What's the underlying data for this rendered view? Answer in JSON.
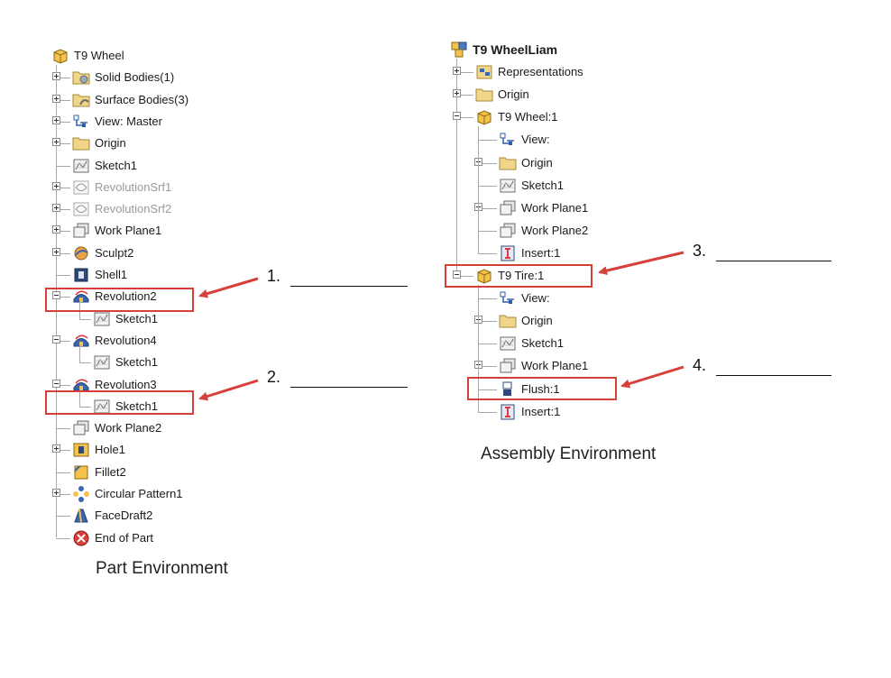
{
  "part_tree": {
    "root": "T9 Wheel",
    "items": [
      {
        "label": "Solid Bodies(1)",
        "icon": "solid-bodies-folder-icon",
        "expand": "plus"
      },
      {
        "label": "Surface Bodies(3)",
        "icon": "surface-bodies-folder-icon",
        "expand": "plus"
      },
      {
        "label": "View: Master",
        "icon": "view-icon",
        "expand": "plus"
      },
      {
        "label": "Origin",
        "icon": "folder-icon",
        "expand": "plus"
      },
      {
        "label": "Sketch1",
        "icon": "sketch-icon",
        "expand": "none"
      },
      {
        "label": "RevolutionSrf1",
        "icon": "revolution-surface-icon",
        "expand": "plus",
        "disabled": true
      },
      {
        "label": "RevolutionSrf2",
        "icon": "revolution-surface-icon",
        "expand": "plus",
        "disabled": true
      },
      {
        "label": "Work Plane1",
        "icon": "work-plane-icon",
        "expand": "plus"
      },
      {
        "label": "Sculpt2",
        "icon": "sculpt-icon",
        "expand": "plus"
      },
      {
        "label": "Shell1",
        "icon": "shell-icon",
        "expand": "none"
      },
      {
        "label": "Revolution2",
        "icon": "revolution-icon",
        "expand": "minus"
      },
      {
        "label": "Sketch1",
        "icon": "sketch-icon",
        "expand": "none",
        "child": true
      },
      {
        "label": "Revolution4",
        "icon": "revolution-icon",
        "expand": "minus"
      },
      {
        "label": "Sketch1",
        "icon": "sketch-icon",
        "expand": "none",
        "child": true
      },
      {
        "label": "Revolution3",
        "icon": "revolution-icon",
        "expand": "minus"
      },
      {
        "label": "Sketch1",
        "icon": "sketch-icon",
        "expand": "none",
        "child": true
      },
      {
        "label": "Work Plane2",
        "icon": "work-plane-icon",
        "expand": "none"
      },
      {
        "label": "Hole1",
        "icon": "hole-icon",
        "expand": "plus"
      },
      {
        "label": "Fillet2",
        "icon": "fillet-icon",
        "expand": "none"
      },
      {
        "label": "Circular Pattern1",
        "icon": "circular-pattern-icon",
        "expand": "plus"
      },
      {
        "label": "FaceDraft2",
        "icon": "face-draft-icon",
        "expand": "none"
      },
      {
        "label": "End of Part",
        "icon": "end-of-part-icon",
        "expand": "none"
      }
    ]
  },
  "assembly_tree": {
    "root": "T9 WheelLiam",
    "items": [
      {
        "label": "Representations",
        "icon": "representations-icon",
        "expand": "plus",
        "level": 1
      },
      {
        "label": "Origin",
        "icon": "folder-icon",
        "expand": "plus",
        "level": 1
      },
      {
        "label": "T9 Wheel:1",
        "icon": "part-icon",
        "expand": "minus",
        "level": 1
      },
      {
        "label": "View:",
        "icon": "view-icon",
        "expand": "none",
        "level": 2
      },
      {
        "label": "Origin",
        "icon": "folder-icon",
        "expand": "plus",
        "level": 2
      },
      {
        "label": "Sketch1",
        "icon": "sketch-icon",
        "expand": "none",
        "level": 2
      },
      {
        "label": "Work Plane1",
        "icon": "work-plane-icon",
        "expand": "plus",
        "level": 2
      },
      {
        "label": "Work Plane2",
        "icon": "work-plane-icon",
        "expand": "none",
        "level": 2
      },
      {
        "label": "Insert:1",
        "icon": "insert-constraint-icon",
        "expand": "none",
        "level": 2
      },
      {
        "label": "T9 Tire:1",
        "icon": "part-icon",
        "expand": "minus",
        "level": 1
      },
      {
        "label": "View:",
        "icon": "view-icon",
        "expand": "none",
        "level": 2
      },
      {
        "label": "Origin",
        "icon": "folder-icon",
        "expand": "plus",
        "level": 2
      },
      {
        "label": "Sketch1",
        "icon": "sketch-icon",
        "expand": "none",
        "level": 2
      },
      {
        "label": "Work Plane1",
        "icon": "work-plane-icon",
        "expand": "plus",
        "level": 2
      },
      {
        "label": "Flush:1",
        "icon": "flush-constraint-icon",
        "expand": "none",
        "level": 2
      },
      {
        "label": "Insert:1",
        "icon": "insert-constraint-icon",
        "expand": "none",
        "level": 2
      }
    ]
  },
  "captions": {
    "part": "Part Environment",
    "assembly": "Assembly Environment"
  },
  "callouts": [
    "1.",
    "2.",
    "3.",
    "4."
  ],
  "colors": {
    "highlight": "#d7403a",
    "tree_line": "#a8a8a8",
    "disabled_text": "#9a9a9a"
  }
}
